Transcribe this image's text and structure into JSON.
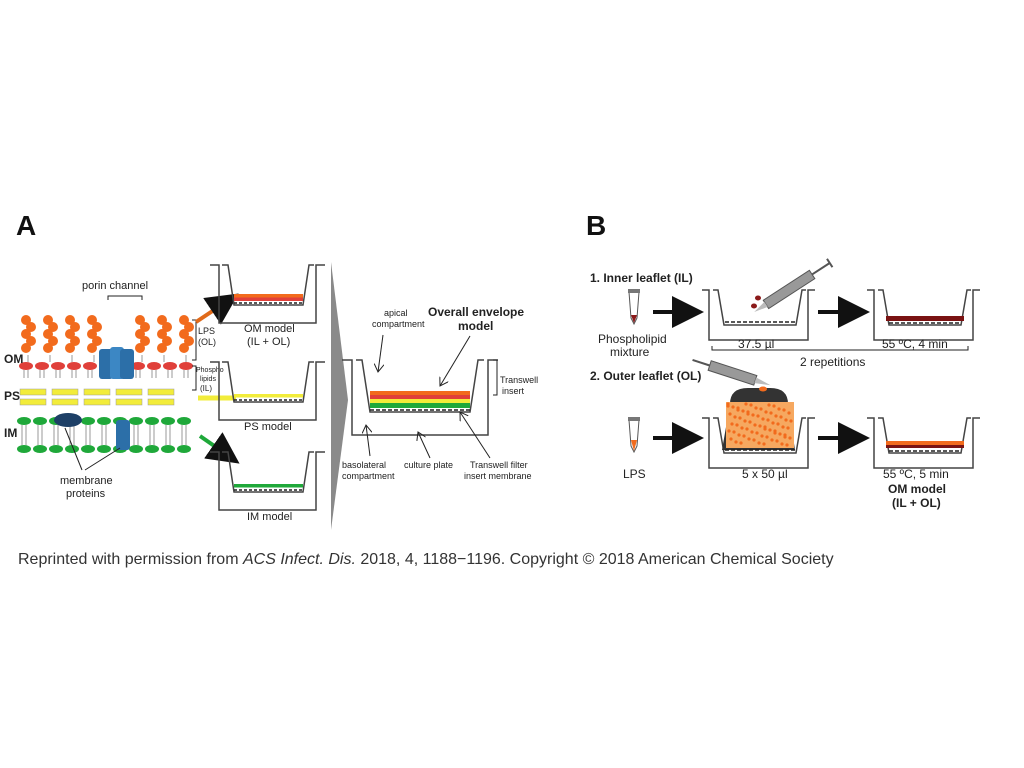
{
  "panels": {
    "a": "A",
    "b": "B"
  },
  "panel_a": {
    "porin_label": "porin channel",
    "om_label": "OM",
    "ps_label": "PS",
    "im_label": "IM",
    "membrane_proteins_line1": "membrane",
    "membrane_proteins_line2": "proteins",
    "lps_line1": "LPS",
    "lps_line2": "(OL)",
    "phospho_line1": "Phospho",
    "phospho_line2": "lipids",
    "phospho_line3": "(IL)",
    "om_model_line1": "OM model",
    "om_model_line2": "(IL + OL)",
    "ps_model": "PS model",
    "im_model": "IM model",
    "apical_line1": "apical",
    "apical_line2": "compartment",
    "overall_line1": "Overall envelope",
    "overall_line2": "model",
    "transwell_line1": "Transwell",
    "transwell_line2": "insert",
    "basolateral_line1": "basolateral",
    "basolateral_line2": "compartment",
    "culture_plate": "culture plate",
    "filter_line1": "Transwell  filter",
    "filter_line2": "insert membrane"
  },
  "panel_b": {
    "step1": "1. Inner leaflet (IL)",
    "phospholipid_line1": "Phospholipid",
    "phospholipid_line2": "mixture",
    "vol1": "37.5 µl",
    "cond1": "55 ºC, 4 min",
    "repetitions": "2 repetitions",
    "step2": "2. Outer leaflet (OL)",
    "lps": "LPS",
    "vol2": "5 x 50 µl",
    "cond2": "55 ºC, 5 min",
    "om_model_line1": "OM model",
    "om_model_line2": "(IL + OL)"
  },
  "caption": {
    "pre": "Reprinted with permission from ",
    "journal": "ACS Infect. Dis.",
    "post": " 2018, 4, 1188−1196. Copyright © 2018 American Chemical Society"
  },
  "colors": {
    "lps_orange": "#f26b1d",
    "phospholipid_red": "#e0403a",
    "ps_yellow": "#f2ec3a",
    "im_green": "#1fa83a",
    "porin_blue": "#2c6fa8",
    "dark_red": "#7a1212"
  }
}
